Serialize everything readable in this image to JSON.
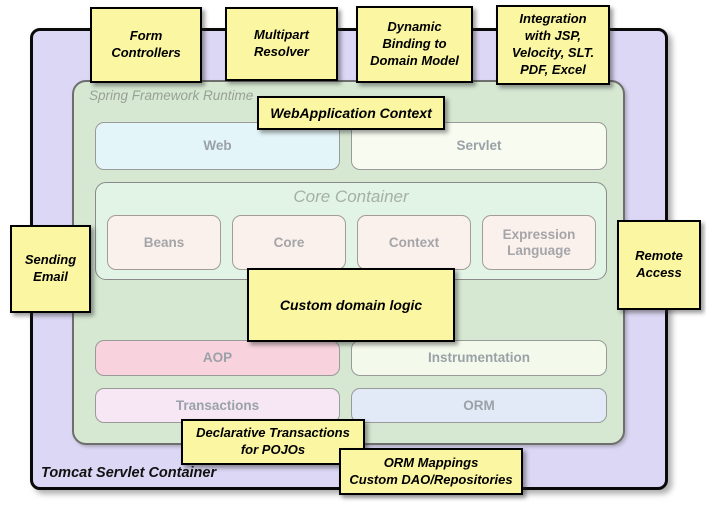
{
  "containers": {
    "tomcat_label": "Tomcat Servlet Container",
    "runtime_label": "Spring Framework Runtime"
  },
  "modules": {
    "web": "Web",
    "servlet": "Servlet",
    "core_container_title": "Core Container",
    "core_modules": [
      "Beans",
      "Core",
      "Context",
      "Expression Language"
    ],
    "aop": "AOP",
    "instrumentation": "Instrumentation",
    "transactions": "Transactions",
    "orm": "ORM"
  },
  "notes": [
    {
      "id": "form-controllers",
      "text": "Form\nControllers"
    },
    {
      "id": "multipart-resolver",
      "text": "Multipart\nResolver"
    },
    {
      "id": "dynamic-binding",
      "text": "Dynamic\nBinding to\nDomain Model"
    },
    {
      "id": "integration-views",
      "text": "Integration\nwith JSP,\nVelocity, SLT.\nPDF, Excel"
    },
    {
      "id": "webapplication-context",
      "text": "WebApplication Context"
    },
    {
      "id": "sending-email",
      "text": "Sending\nEmail"
    },
    {
      "id": "remote-access",
      "text": "Remote\nAccess"
    },
    {
      "id": "custom-domain-logic",
      "text": "Custom domain logic"
    },
    {
      "id": "declarative-transactions",
      "text": "Declarative Transactions\nfor POJOs"
    },
    {
      "id": "orm-mappings",
      "text": "ORM Mappings\nCustom DAO/Repositories"
    }
  ],
  "palette": {
    "note_fill": "#fbf6a1",
    "outer_fill": "#dcd7f5",
    "runtime_fill": "#d6e8d2",
    "core_fill": "#e1f4e5",
    "web_fill": "#e4f5f9",
    "servlet_fill": "#f8fbf0",
    "aop_fill": "#f8d2dd",
    "instrumentation_fill": "#f3f9eb",
    "transactions_fill": "#f7e7f4",
    "orm_fill": "#e2e9f7"
  }
}
